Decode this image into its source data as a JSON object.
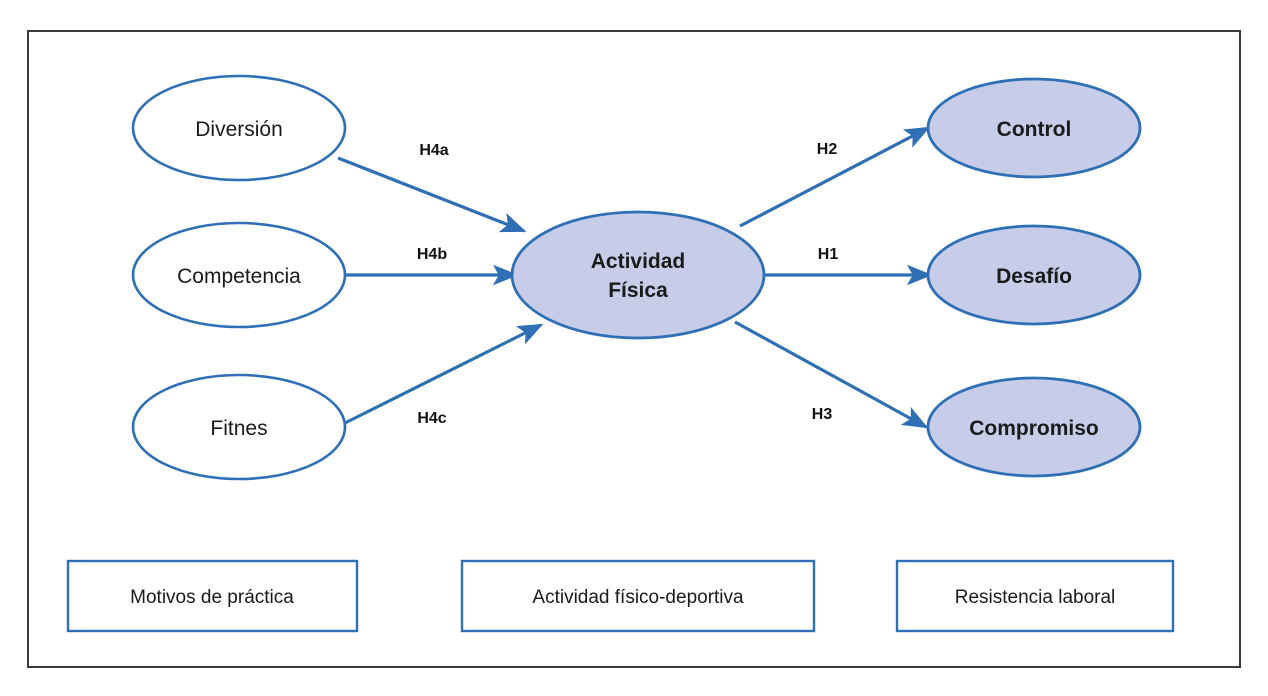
{
  "figure": {
    "type": "path-model-diagram",
    "frame": {
      "border_color": "#3a3a3a",
      "background": "#ffffff"
    },
    "palette": {
      "node_stroke": "#2e6fb5",
      "node_fill_endogenous": "#c7cde8",
      "node_fill_exogenous": "#ffffff",
      "arrow_color": "#2e6fb5",
      "legend_border": "#2e6fb5",
      "text_color": "#1a1a1a"
    }
  },
  "nodes": {
    "exogenous": [
      {
        "id": "diversion",
        "label": "Diversión"
      },
      {
        "id": "competencia",
        "label": "Competencia"
      },
      {
        "id": "fitnes",
        "label": "Fitnes"
      }
    ],
    "mediator": {
      "id": "actividad-fisica",
      "label_line1": "Actividad",
      "label_line2": "Física"
    },
    "endogenous": [
      {
        "id": "control",
        "label": "Control"
      },
      {
        "id": "desafio",
        "label": "Desafío"
      },
      {
        "id": "compromiso",
        "label": "Compromiso"
      }
    ]
  },
  "edges": [
    {
      "id": "h4a",
      "label": "H4a",
      "from": "diversion",
      "to": "actividad-fisica"
    },
    {
      "id": "h4b",
      "label": "H4b",
      "from": "competencia",
      "to": "actividad-fisica"
    },
    {
      "id": "h4c",
      "label": "H4c",
      "from": "fitnes",
      "to": "actividad-fisica"
    },
    {
      "id": "h2",
      "label": "H2",
      "from": "actividad-fisica",
      "to": "control"
    },
    {
      "id": "h1",
      "label": "H1",
      "from": "actividad-fisica",
      "to": "desafio"
    },
    {
      "id": "h3",
      "label": "H3",
      "from": "actividad-fisica",
      "to": "compromiso"
    }
  ],
  "legend": [
    {
      "id": "motivos",
      "label": "Motivos de práctica"
    },
    {
      "id": "actividad",
      "label": "Actividad físico-deportiva"
    },
    {
      "id": "resistencia",
      "label": "Resistencia laboral"
    }
  ]
}
